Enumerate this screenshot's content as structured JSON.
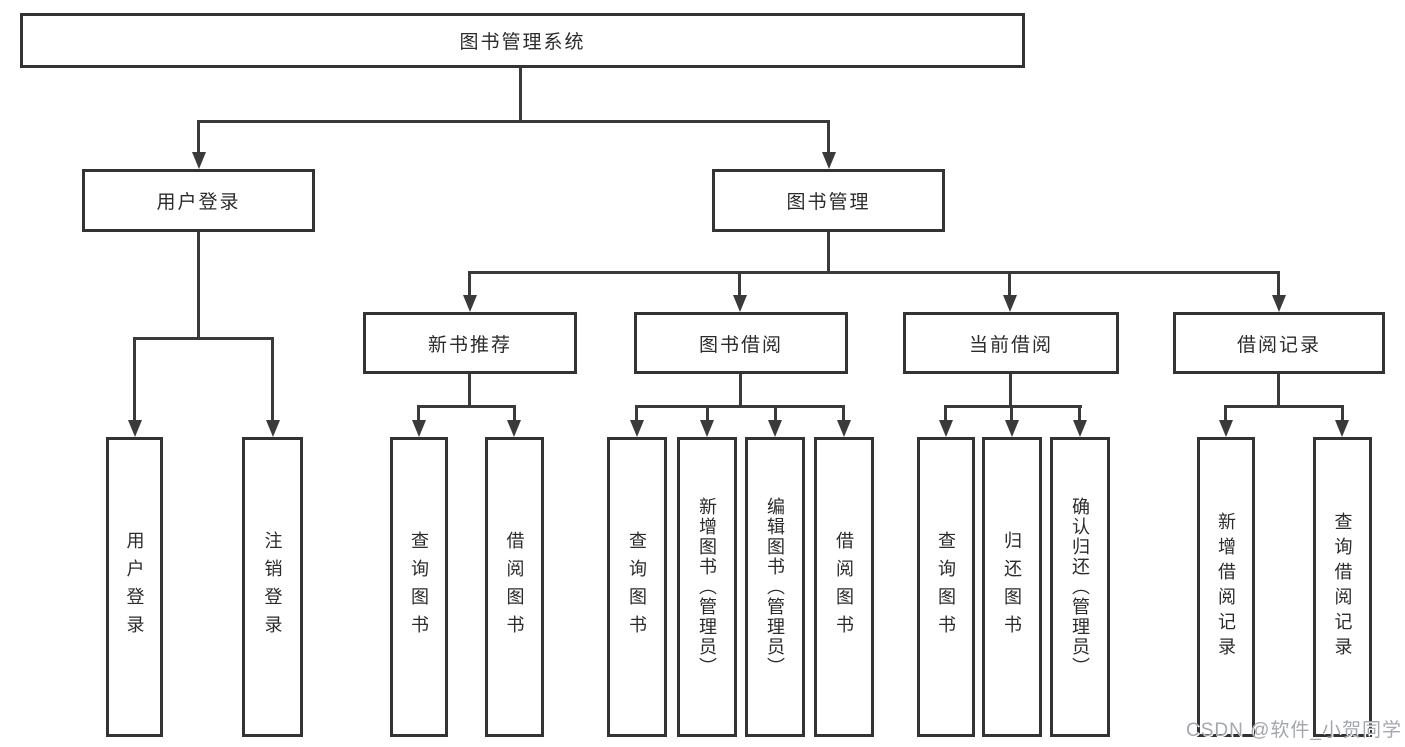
{
  "diagram": {
    "root": "图书管理系统",
    "branches": {
      "user_login": "用户登录",
      "book_mgmt": "图书管理"
    },
    "book_mgmt_children": {
      "new_book_rec": "新书推荐",
      "book_borrow": "图书借阅",
      "current_borrow": "当前借阅",
      "borrow_records": "借阅记录"
    },
    "leaves": {
      "user_login": [
        "用户登录",
        "注销登录"
      ],
      "new_book_rec": [
        "查询图书",
        "借阅图书"
      ],
      "book_borrow": [
        "查询图书",
        "新增图书（管理员）",
        "编辑图书（管理员）",
        "借阅图书"
      ],
      "current_borrow": [
        "查询图书",
        "归还图书",
        "确认归还（管理员）"
      ],
      "borrow_records": [
        "新增借阅记录",
        "查询借阅记录"
      ]
    },
    "watermark": "CSDN @软件_小贺同学",
    "colors": {
      "line": "#3a3a3a",
      "box_border": "#333333",
      "text": "#2b2b2b",
      "watermark": "#a4a7ae",
      "background": "#ffffff"
    }
  }
}
